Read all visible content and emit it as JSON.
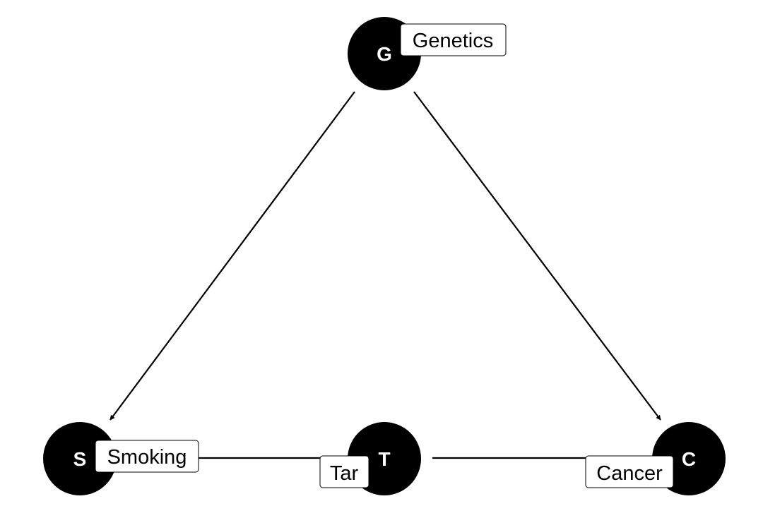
{
  "diagram": {
    "background": "#ffffff",
    "node_color": "#000000",
    "node_letter_color": "#ffffff",
    "nodes": [
      {
        "id": "G",
        "letter": "G",
        "label": "Genetics"
      },
      {
        "id": "S",
        "letter": "S",
        "label": "Smoking"
      },
      {
        "id": "T",
        "letter": "T",
        "label": "Tar"
      },
      {
        "id": "C",
        "letter": "C",
        "label": "Cancer"
      }
    ],
    "edges": [
      {
        "from": "G",
        "to": "S"
      },
      {
        "from": "G",
        "to": "C"
      },
      {
        "from": "S",
        "to": "T"
      },
      {
        "from": "T",
        "to": "C"
      }
    ]
  }
}
